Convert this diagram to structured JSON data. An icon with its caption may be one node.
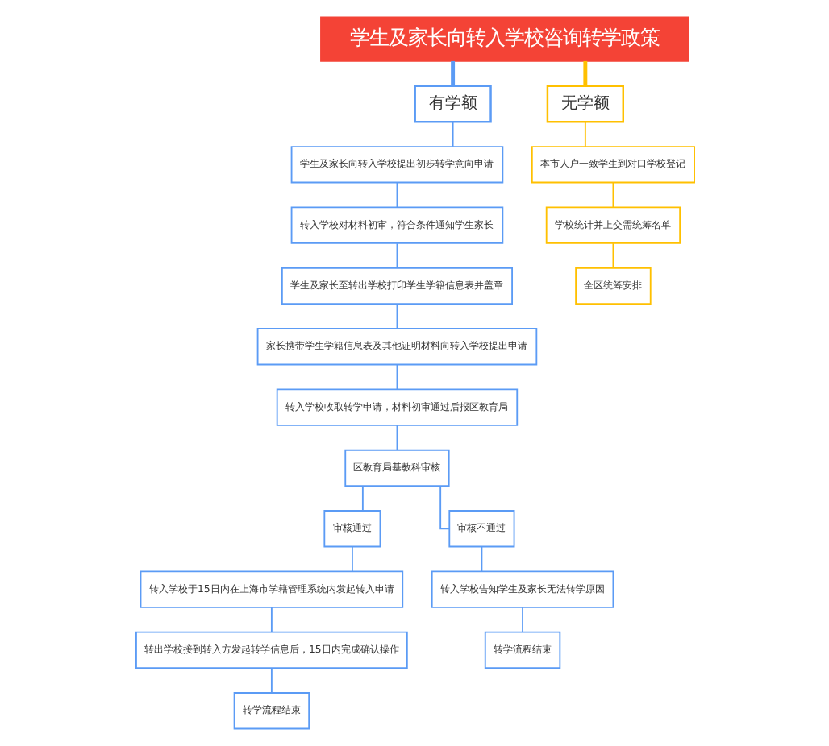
{
  "diagram": {
    "nodes": [
      {
        "text": [
          "学生及家长向转入学校咨询转学政策"
        ]
      },
      {
        "text": [
          "有学额"
        ]
      },
      {
        "text": [
          "学生及家长向转入学校提出初步转学意向申请"
        ]
      },
      {
        "text": [
          "转入学校对材料初审，符合条件通知学生家长"
        ]
      },
      {
        "text": [
          "学生及家长至转出学校打印学生学籍信息表并盖章"
        ]
      },
      {
        "text": [
          "家长携带学生学籍信息表及其他证明材料向转入学校提出申请"
        ]
      },
      {
        "text": [
          "转入学校收取转学申请，材料初审通过后报区教育局"
        ]
      },
      {
        "text": [
          "区教育局基教科审核"
        ]
      },
      {
        "text": [
          "审核通过"
        ]
      },
      {
        "text": [
          "转入学校于15日内在上海市学籍管理系统内发起转入申请"
        ]
      },
      {
        "text": [
          "转出学校接到转入方发起转学信息后，15日内完成确认操作"
        ]
      },
      {
        "text": [
          "转学流程结束"
        ]
      },
      {
        "text": [
          "审核不通过"
        ]
      },
      {
        "text": [
          "转入学校告知学生及家长无法转学原因"
        ]
      },
      {
        "text": [
          "转学流程结束"
        ]
      },
      {
        "text": [
          "无学额"
        ]
      },
      {
        "text": [
          "本市人户一致学生到对口学校登记"
        ]
      },
      {
        "text": [
          "学校统计并上交需统筹名单"
        ]
      },
      {
        "text": [
          "全区统筹安排"
        ]
      }
    ],
    "edges": [
      {
        "from": 0,
        "to": 1,
        "arrow": "none",
        "style": "thick"
      },
      {
        "from": 0,
        "to": 15,
        "arrow": "none",
        "style": "thick",
        "color": "#ffc000"
      },
      {
        "from": 1,
        "to": 2,
        "arrow": "none"
      },
      {
        "from": 2,
        "to": 3,
        "arrow": "none"
      },
      {
        "from": 3,
        "to": 4,
        "arrow": "none"
      },
      {
        "from": 4,
        "to": 5,
        "arrow": "none"
      },
      {
        "from": 5,
        "to": 6,
        "arrow": "none"
      },
      {
        "from": 6,
        "to": 7,
        "arrow": "none"
      },
      {
        "from": 7,
        "to": 8,
        "arrow": "none"
      },
      {
        "from": 7,
        "to": 12,
        "arrow": "none"
      },
      {
        "from": 8,
        "to": 9,
        "arrow": "none"
      },
      {
        "from": 9,
        "to": 10,
        "arrow": "none"
      },
      {
        "from": 10,
        "to": 11,
        "arrow": "none"
      },
      {
        "from": 12,
        "to": 13,
        "arrow": "none"
      },
      {
        "from": 13,
        "to": 14,
        "arrow": "none"
      },
      {
        "from": 15,
        "to": 16,
        "arrow": "none",
        "color": "#ffc000"
      },
      {
        "from": 16,
        "to": 17,
        "arrow": "none",
        "color": "#ffc000"
      },
      {
        "from": 17,
        "to": 18,
        "arrow": "none",
        "color": "#ffc000"
      }
    ]
  }
}
